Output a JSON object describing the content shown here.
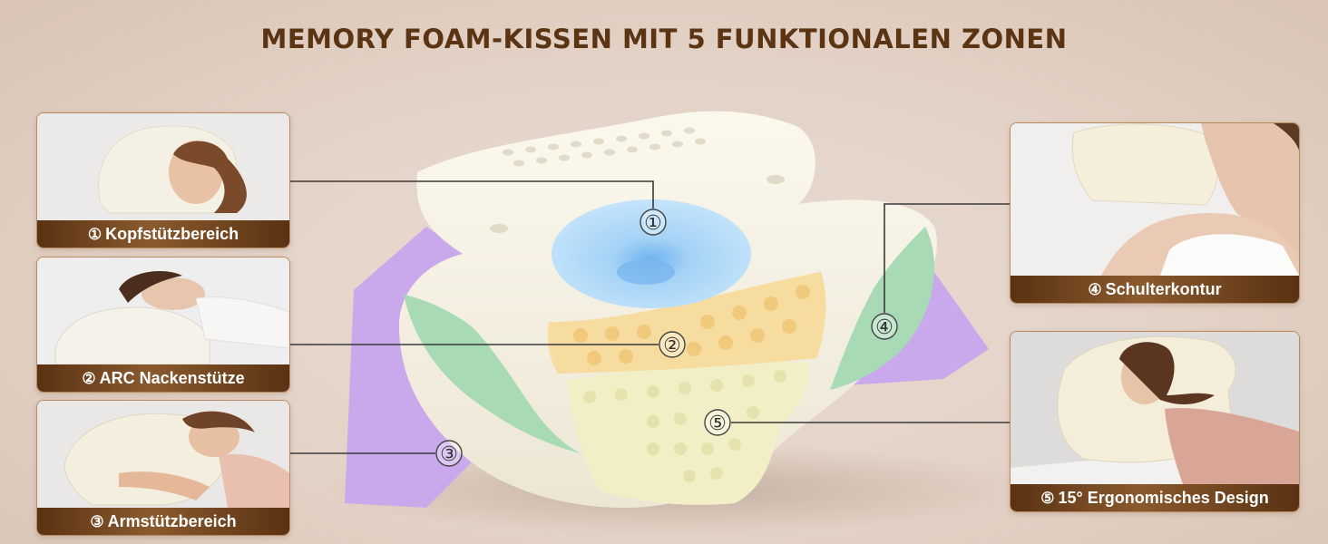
{
  "title": "MEMORY FOAM-KISSEN MIT 5 FUNKTIONALEN ZONEN",
  "cards": [
    {
      "num": "①",
      "label": "Kopfstützbereich"
    },
    {
      "num": "②",
      "label": "ARC Nackenstütze"
    },
    {
      "num": "③",
      "label": "Armstützbereich"
    },
    {
      "num": "④",
      "label": "Schulterkontur"
    },
    {
      "num": "⑤",
      "label": "15° Ergonomisches Design"
    }
  ],
  "markers": [
    "①",
    "②",
    "③",
    "④",
    "⑤"
  ],
  "colors": {
    "title": "#5a3413",
    "caption_bar": "#6b401b",
    "zone_head": "#a9d8f5",
    "zone_neck": "#f7dca0",
    "zone_arm": "#c9a9ec",
    "zone_shoulder": "#a8dbb5",
    "zone_design": "#f2efc6",
    "pillow": "#f6f2e6"
  }
}
